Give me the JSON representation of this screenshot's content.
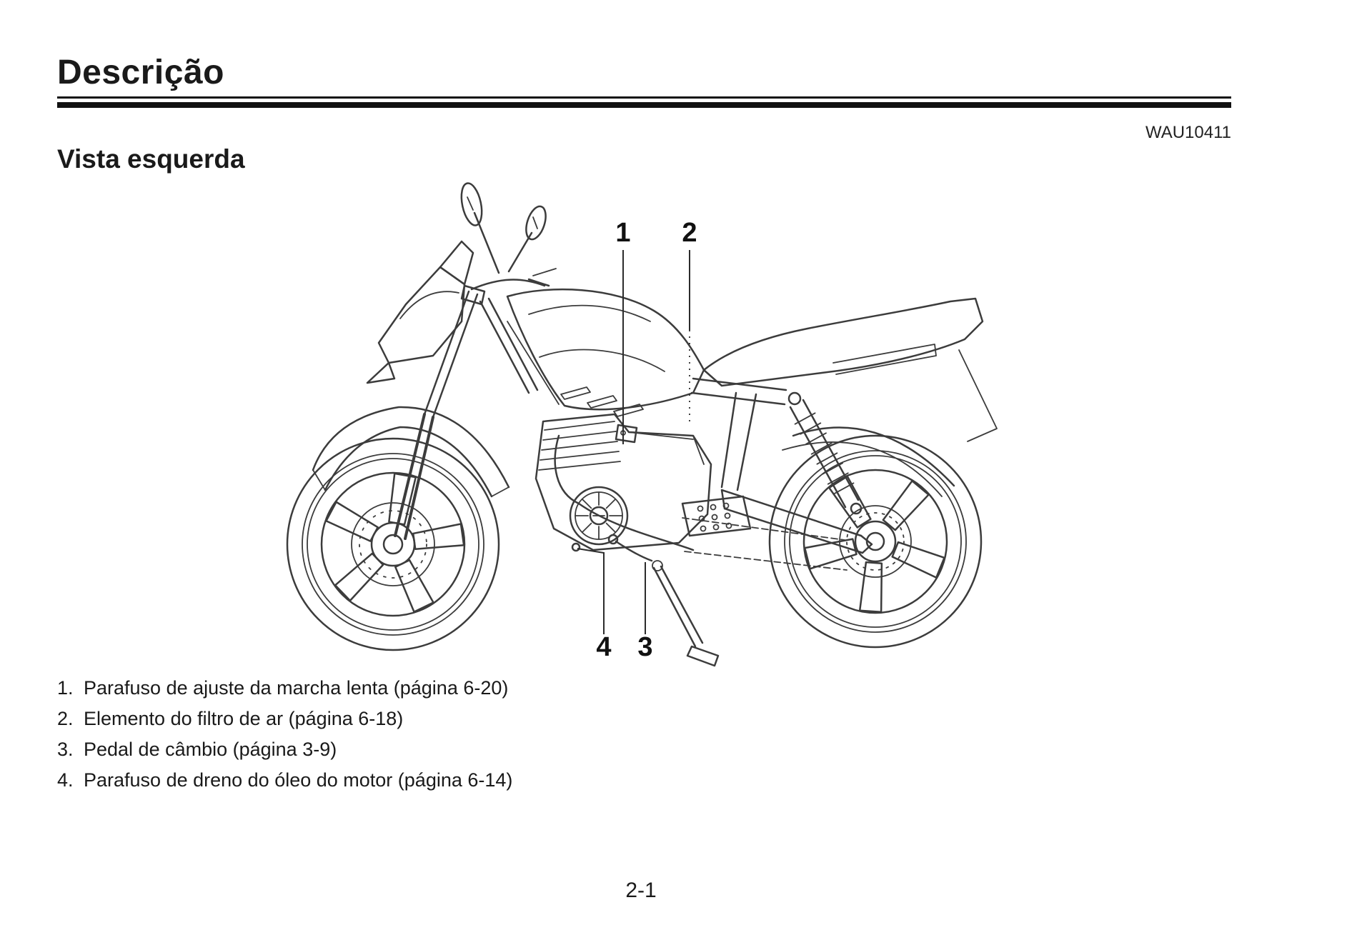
{
  "document": {
    "chapter_title": "Descrição",
    "reference_code": "WAU10411",
    "section_heading": "Vista esquerda",
    "page_number": "2-1"
  },
  "illustration": {
    "name": "left-side-view-motorcycle-line-drawing",
    "callouts": [
      {
        "number": "1"
      },
      {
        "number": "2"
      },
      {
        "number": "3"
      },
      {
        "number": "4"
      }
    ]
  },
  "parts_list": [
    {
      "number": "1.",
      "text": "Parafuso de ajuste da marcha lenta (página 6-20)"
    },
    {
      "number": "2.",
      "text": "Elemento do filtro de ar (página 6-18)"
    },
    {
      "number": "3.",
      "text": "Pedal de câmbio (página 3-9)"
    },
    {
      "number": "4.",
      "text": "Parafuso de dreno do óleo do motor (página 6-14)"
    }
  ],
  "colors": {
    "ink": "#1a1a1a",
    "line_art": "#3c3c3c",
    "background": "#ffffff"
  }
}
